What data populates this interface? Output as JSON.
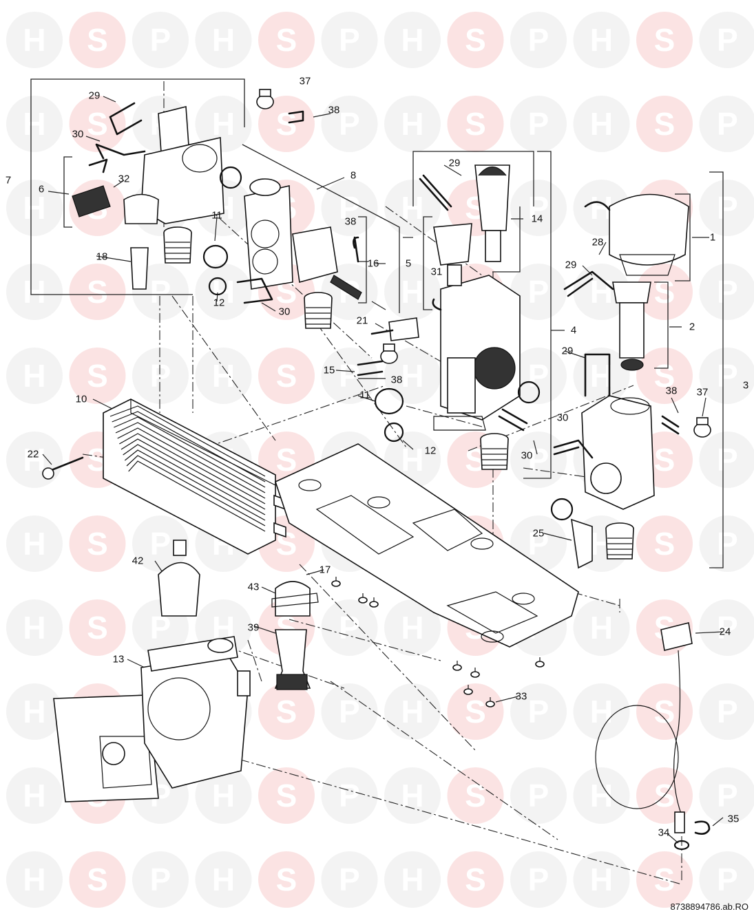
{
  "watermark": {
    "letters": [
      "H",
      "S",
      "P"
    ]
  },
  "diagram": {
    "code": "8738894786.ab.RO",
    "callouts": [
      "1",
      "2",
      "3",
      "4",
      "5",
      "6",
      "7",
      "8",
      "10",
      "11",
      "12",
      "13",
      "14",
      "15",
      "16",
      "17",
      "18",
      "21",
      "22",
      "24",
      "25",
      "28",
      "29",
      "30",
      "31",
      "32",
      "33",
      "34",
      "35",
      "37",
      "38",
      "39",
      "42",
      "43"
    ]
  }
}
